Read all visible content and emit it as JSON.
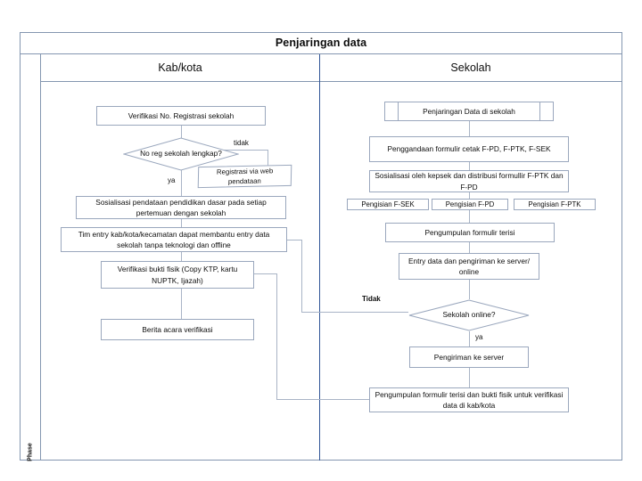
{
  "diagram": {
    "title": "Penjaringan data",
    "phase_label": "Phase",
    "lanes": [
      {
        "id": "kabkota",
        "label": "Kab/kota"
      },
      {
        "id": "sekolah",
        "label": "Sekolah"
      }
    ],
    "colors": {
      "frame_border": "#8496b0",
      "lane_divider": "#2f5496",
      "node_border": "#9aa7bd",
      "connector": "#a9b4c6",
      "text": "#0d0d0d",
      "background": "#ffffff"
    },
    "lane_kabkota": {
      "nodes": [
        {
          "id": "k1",
          "type": "process",
          "text": "Verifikasi No. Registrasi sekolah"
        },
        {
          "id": "k2",
          "type": "decision",
          "text": "No reg sekolah lengkap?"
        },
        {
          "id": "k3",
          "type": "process",
          "text": "Registrasi via web pendataan"
        },
        {
          "id": "k4",
          "type": "process",
          "text": "Sosialisasi pendataan pendidikan dasar pada setiap pertemuan dengan sekolah"
        },
        {
          "id": "k5",
          "type": "process",
          "text": "Tim entry kab/kota/kecamatan dapat membantu entry data sekolah tanpa teknologi dan offline"
        },
        {
          "id": "k6",
          "type": "process",
          "text": "Verifikasi bukti fisik (Copy KTP, kartu NUPTK, Ijazah)"
        },
        {
          "id": "k7",
          "type": "process",
          "text": "Berita acara verifikasi"
        }
      ],
      "edge_labels": [
        {
          "id": "k-tidak",
          "text": "tidak"
        },
        {
          "id": "k-ya",
          "text": "ya"
        }
      ]
    },
    "lane_sekolah": {
      "nodes": [
        {
          "id": "s1",
          "type": "predefined-process",
          "text": "Penjaringan Data di sekolah"
        },
        {
          "id": "s2",
          "type": "process",
          "text": "Penggandaan formulir cetak F-PD, F-PTK, F-SEK"
        },
        {
          "id": "s3",
          "type": "process",
          "text": "Sosialisasi oleh kepsek dan distribusi formullir F-PTK dan F-PD"
        },
        {
          "id": "s4",
          "type": "process",
          "text": "Pengisian F-SEK"
        },
        {
          "id": "s5",
          "type": "process",
          "text": "Pengisian F-PD"
        },
        {
          "id": "s6",
          "type": "process",
          "text": "Pengisian F-PTK"
        },
        {
          "id": "s7",
          "type": "process",
          "text": "Pengumpulan formulir terisi"
        },
        {
          "id": "s8",
          "type": "process",
          "text": "Entry data dan pengiriman ke server/ online"
        },
        {
          "id": "s9",
          "type": "decision",
          "text": "Sekolah online?"
        },
        {
          "id": "s10",
          "type": "process",
          "text": "Pengiriman ke server"
        },
        {
          "id": "s11",
          "type": "process",
          "text": "Pengumpulan formulir terisi dan  bukti fisik untuk verifikasi data di kab/kota"
        }
      ],
      "edge_labels": [
        {
          "id": "s-tidak",
          "text": "Tidak"
        },
        {
          "id": "s-ya",
          "text": "ya"
        }
      ]
    }
  }
}
